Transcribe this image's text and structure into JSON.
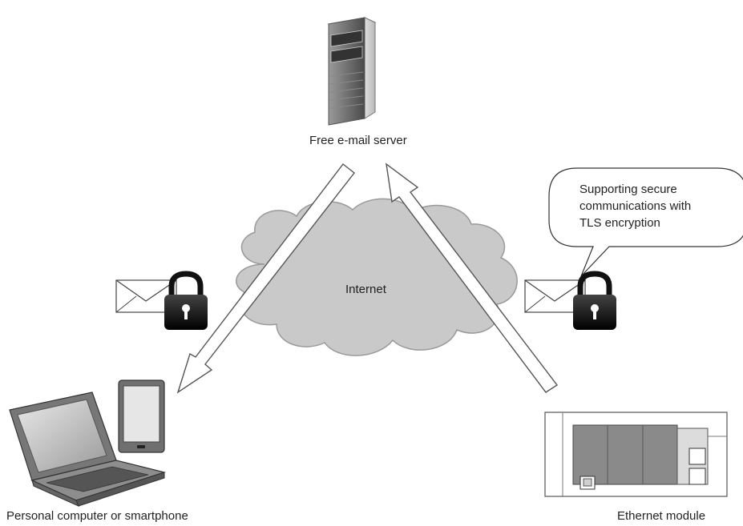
{
  "nodes": {
    "server": {
      "label": "Free e-mail server"
    },
    "internet": {
      "label": "Internet"
    },
    "client": {
      "label": "Personal computer or smartphone"
    },
    "module": {
      "label": "Ethernet module"
    }
  },
  "callout": {
    "lines": [
      "Supporting secure",
      "communications with",
      "TLS encryption"
    ]
  },
  "icons": [
    "server-icon",
    "cloud-icon",
    "envelope-icon",
    "padlock-icon",
    "laptop-icon",
    "tablet-icon",
    "plc-module-icon"
  ]
}
